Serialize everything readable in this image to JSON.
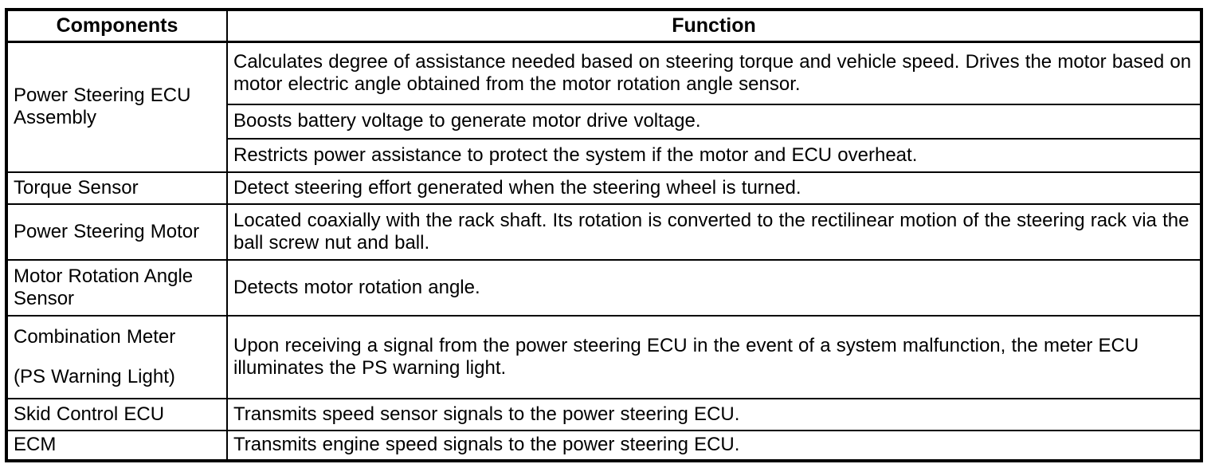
{
  "table": {
    "headers": {
      "components": "Components",
      "function": "Function"
    },
    "rows": [
      {
        "component": "Power Steering ECU Assembly",
        "functions": [
          "Calculates degree of assistance needed based on steering torque and vehicle speed. Drives the motor based on motor electric angle obtained from the motor rotation angle sensor.",
          "Boosts battery voltage to generate motor drive voltage.",
          "Restricts power assistance to protect the system if the motor and ECU overheat."
        ]
      },
      {
        "component": "Torque Sensor",
        "functions": [
          "Detect steering effort generated when the steering wheel is turned."
        ]
      },
      {
        "component": "Power Steering Motor",
        "functions": [
          "Located coaxially with the rack shaft. Its rotation is converted to the rectilinear motion of the steering rack via the ball screw nut and ball."
        ]
      },
      {
        "component": "Motor Rotation Angle Sensor",
        "functions": [
          "Detects motor rotation angle."
        ]
      },
      {
        "component": "Combination Meter",
        "component_note": "(PS Warning Light)",
        "functions": [
          "Upon receiving a signal from the power steering ECU in the event of a system malfunction, the meter ECU illuminates the PS warning light."
        ]
      },
      {
        "component": "Skid Control ECU",
        "functions": [
          "Transmits speed sensor signals to the power steering ECU."
        ]
      },
      {
        "component": "ECM",
        "functions": [
          "Transmits engine speed signals to the power steering ECU."
        ]
      }
    ]
  },
  "colors": {
    "border": "#000000",
    "background": "#ffffff",
    "text": "#000000"
  }
}
